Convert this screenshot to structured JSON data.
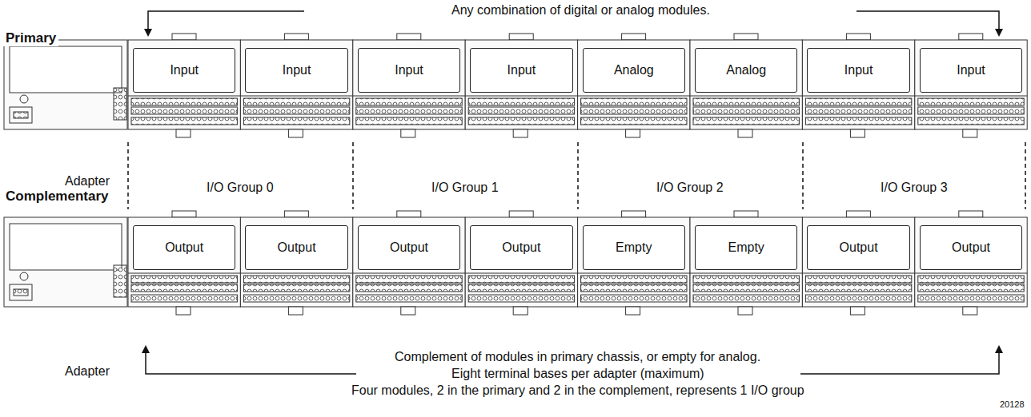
{
  "diagram": {
    "nodes": [
      {
        "text": [
          "Adapter"
        ]
      },
      {
        "text": [
          "Input"
        ]
      },
      {
        "text": [
          "Input"
        ]
      },
      {
        "text": [
          "Input"
        ]
      },
      {
        "text": [
          "Input"
        ]
      },
      {
        "text": [
          "Analog"
        ]
      },
      {
        "text": [
          "Analog"
        ]
      },
      {
        "text": [
          "Input"
        ]
      },
      {
        "text": [
          "Input"
        ]
      },
      {
        "text": [
          "Adapter"
        ]
      },
      {
        "text": [
          "Output"
        ]
      },
      {
        "text": [
          "Output"
        ]
      },
      {
        "text": [
          "Output"
        ]
      },
      {
        "text": [
          "Output"
        ]
      },
      {
        "text": [
          "Empty"
        ]
      },
      {
        "text": [
          "Empty"
        ]
      },
      {
        "text": [
          "Output"
        ]
      },
      {
        "text": [
          "Output"
        ]
      }
    ],
    "labels": [
      "Any combination of digital or analog modules.",
      "Primary",
      "Complementary",
      "I/O Group 0",
      "I/O Group 1",
      "I/O Group 2",
      "I/O Group 3",
      "Complement of modules in primary chassis, or empty for analog.",
      "Eight terminal bases per adapter (maximum)",
      "Four modules, 2 in the primary and 2 in the complement, represents 1 I/O group",
      "20128"
    ]
  }
}
